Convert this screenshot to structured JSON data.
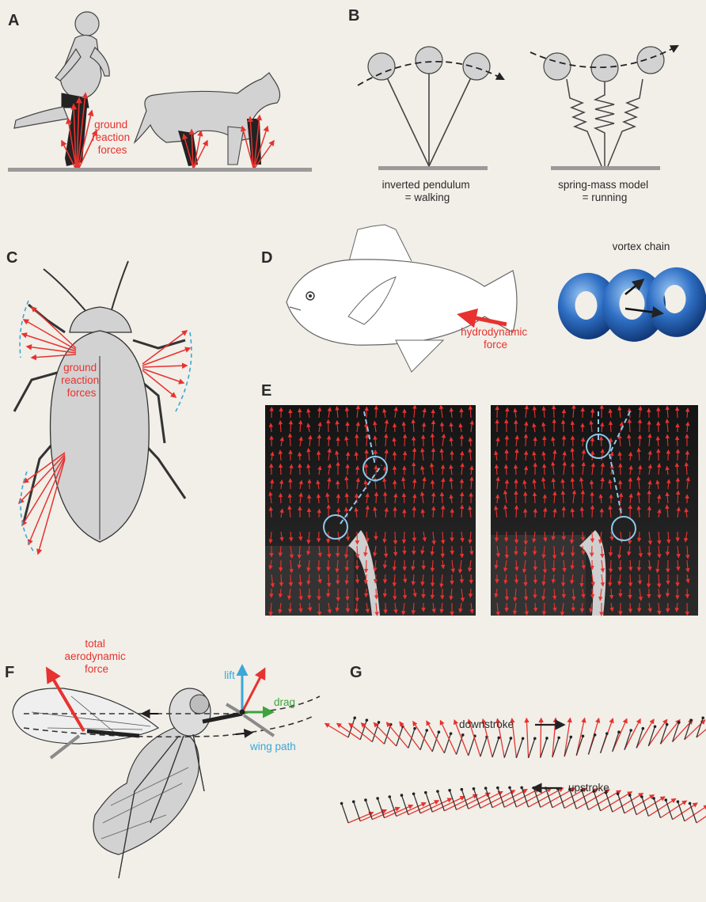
{
  "colors": {
    "background": "#f1efe8",
    "force_red": "#e8322f",
    "body_gray": "#d2d2d2",
    "ground_gray": "#9a9a9a",
    "blue_trace": "#3aa7d8",
    "drag_green": "#3ca43a",
    "torus_blue": "#2f6fc4"
  },
  "panels": {
    "a": {
      "label": "A",
      "caption": [
        "ground",
        "reaction",
        "forces"
      ]
    },
    "b": {
      "label": "B",
      "left_caption": [
        "inverted pendulum",
        "= walking"
      ],
      "right_caption": [
        "spring-mass model",
        "= running"
      ]
    },
    "c": {
      "label": "C",
      "caption": [
        "ground",
        "reaction",
        "forces"
      ]
    },
    "d": {
      "label": "D",
      "force_caption": [
        "hydrodynamic",
        "force"
      ],
      "vortex_caption": "vortex chain"
    },
    "e": {
      "label": "E"
    },
    "f": {
      "label": "F",
      "force_caption": [
        "total",
        "aerodynamic",
        "force"
      ],
      "lift_label": "lift",
      "drag_label": "drag",
      "path_label": "wing path"
    },
    "g": {
      "label": "G",
      "downstroke_label": "downstroke",
      "upstroke_label": "upstroke"
    }
  }
}
